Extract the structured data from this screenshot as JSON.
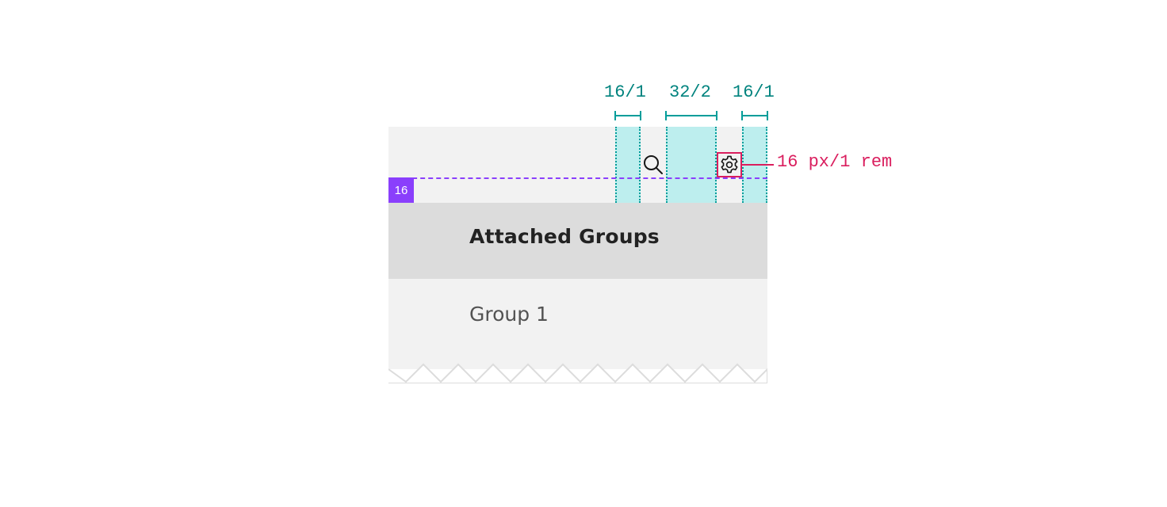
{
  "table": {
    "header_label": "Attached Groups",
    "rows": [
      {
        "label": "Group 1"
      }
    ]
  },
  "toolbar": {
    "icons": [
      "search-icon",
      "settings-icon"
    ]
  },
  "spec": {
    "baseline_badge": "16",
    "measure_left": "16/1",
    "measure_mid": "32/2",
    "measure_right": "16/1",
    "icon_size_note": "16 px/1 rem"
  },
  "colors": {
    "toolbar_bg": "#f2f2f2",
    "header_bg": "#dcdcdc",
    "spacing_fill": "#bdeeee",
    "spacing_accent": "#009d9a",
    "measure_text": "#00837e",
    "baseline": "#8a3ffc",
    "annotation": "#da1e5e"
  }
}
